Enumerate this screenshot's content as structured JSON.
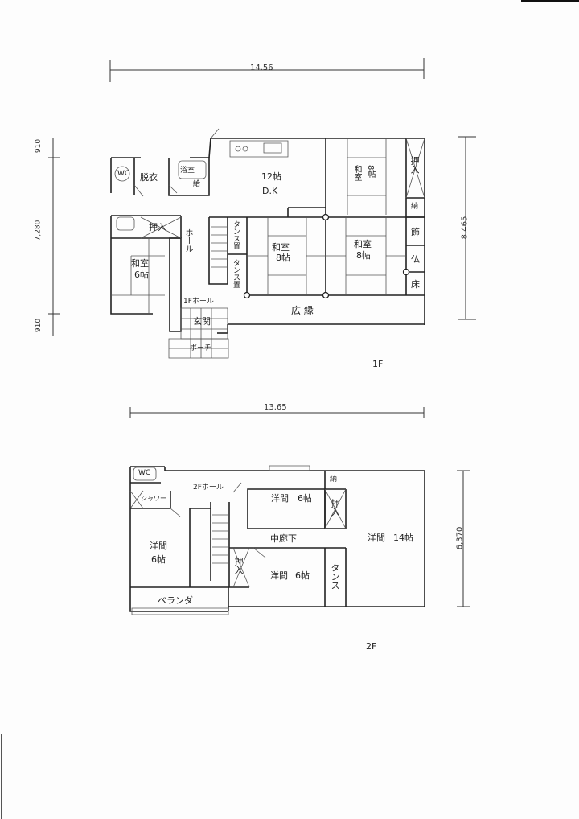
{
  "page": {
    "background": "#fdfdfd",
    "ink": "#222222"
  },
  "floor1": {
    "label": "1F",
    "dims": {
      "width": "14.56",
      "depth": "8.465",
      "left_top": "910",
      "left_mid": "7,280",
      "left_bottom": "910"
    },
    "rooms": {
      "wc": "WC",
      "datsui": "脱衣",
      "yokushitsu": "浴室",
      "kyuto": "給",
      "dk_size": "12帖",
      "dk_name": "D.K",
      "washitsu_top": "和室",
      "washitsu_top_size": "8帖",
      "oshiire_right": "押入",
      "nando": "納",
      "oshiire_left": "押入",
      "hall": "ホール",
      "washitsu6": "和室",
      "washitsu6_size": "6帖",
      "tansu1": "タンス置",
      "tansu2": "タンス置",
      "washitsu_mid": "和室",
      "washitsu_mid_size": "8帖",
      "washitsu_right": "和室",
      "washitsu_right_size": "8帖",
      "kazari": "飾",
      "butsu": "仏",
      "toko": "床",
      "hall1f": "1Fホール",
      "genkan": "玄関",
      "porch": "ポーチ",
      "hiroen": "広 縁"
    }
  },
  "floor2": {
    "label": "2F",
    "dims": {
      "width": "13.65",
      "depth": "6,370"
    },
    "rooms": {
      "wc": "WC",
      "shower": "シャワー",
      "hall2f": "2Fホール",
      "youma_tl_name": "洋間",
      "youma_tl_size": "6帖",
      "nando": "納",
      "oshiire_top": "押入",
      "youma_left": "洋間",
      "youma_left_size": "6帖",
      "nakarouka": "中廊下",
      "oshiire_mid": "押入",
      "youma_mid": "洋間",
      "youma_mid_size": "6帖",
      "tansu": "タンス",
      "youma_big": "洋間",
      "youma_big_size": "14帖",
      "veranda": "ベランダ"
    }
  }
}
